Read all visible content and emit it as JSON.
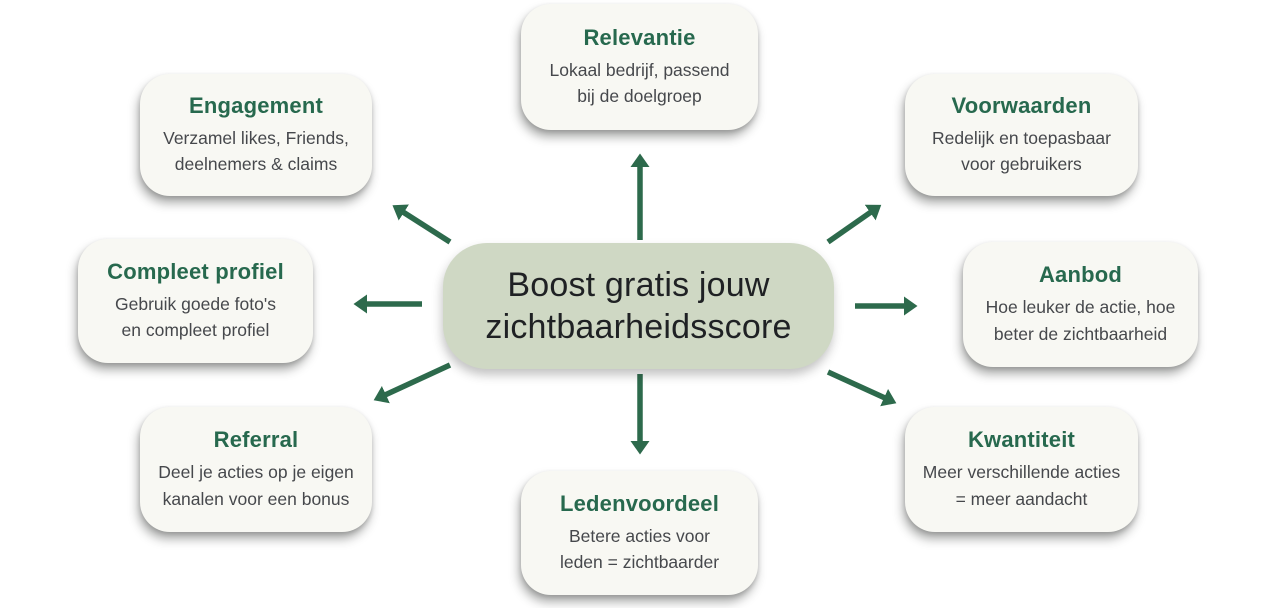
{
  "center": {
    "label": "Boost gratis jouw\nzichtbaarheidsscore"
  },
  "nodes": [
    {
      "id": "relevantie",
      "title": "Relevantie",
      "body": "Lokaal bedrijf, passend\nbij de doelgroep"
    },
    {
      "id": "engagement",
      "title": "Engagement",
      "body": "Verzamel likes, Friends,\ndeelnemers & claims"
    },
    {
      "id": "voorwaarden",
      "title": "Voorwaarden",
      "body": "Redelijk en toepasbaar\nvoor gebruikers"
    },
    {
      "id": "compleet-profiel",
      "title": "Compleet profiel",
      "body": "Gebruik goede foto's\nen compleet profiel"
    },
    {
      "id": "aanbod",
      "title": "Aanbod",
      "body": "Hoe leuker de actie, hoe\nbeter de zichtbaarheid"
    },
    {
      "id": "referral",
      "title": "Referral",
      "body": "Deel je acties op je eigen\nkanalen voor een bonus"
    },
    {
      "id": "kwantiteit",
      "title": "Kwantiteit",
      "body": "Meer verschillende acties\n= meer aandacht"
    },
    {
      "id": "ledenvoordeel",
      "title": "Ledenvoordeel",
      "body": "Betere acties voor\nleden = zichtbaarder"
    }
  ],
  "colors": {
    "accent_green": "#27694E",
    "arrow_green": "#2D6A4C",
    "center_fill": "#CFD8C4",
    "node_fill": "#F8F8F3",
    "body_text": "#46484C",
    "center_text": "#1F2124",
    "background": "#FFFFFF"
  }
}
